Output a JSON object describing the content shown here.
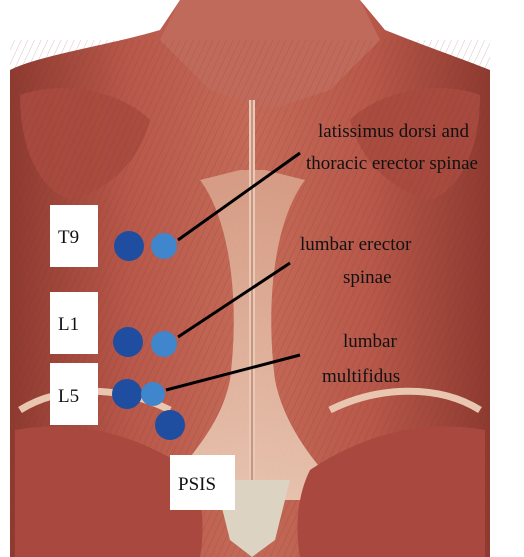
{
  "vertebra_labels": {
    "t9": "T9",
    "l1": "L1",
    "l5": "L5",
    "psis": "PSIS"
  },
  "annotations": {
    "latissimus": [
      "latissimus dorsi and",
      "thoracic erector spinae"
    ],
    "lumbar_erector": [
      "lumbar erector",
      "spinae"
    ],
    "multifidus": [
      "lumbar",
      "multifidus"
    ]
  },
  "colors": {
    "electrode_dark": "#1f4ea0",
    "electrode_light": "#3f86cc",
    "muscle": "#b8584a",
    "fascia": "#e8c0a5",
    "leader_line": "#000000"
  }
}
